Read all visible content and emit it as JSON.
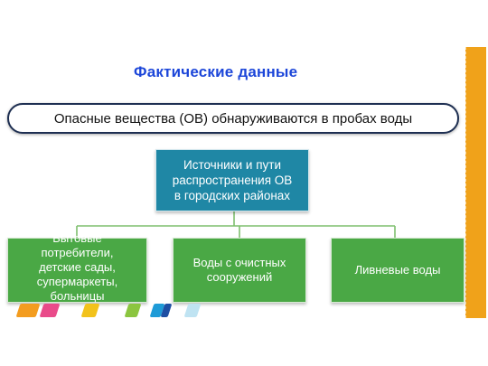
{
  "title": "Фактические данные",
  "statement": "Опасные вещества (ОВ) обнаруживаются в пробах воды",
  "org_chart": {
    "root": "Источники и пути\nраспространения ОВ\nв городских районах",
    "children": [
      "Бытовые\nпотребители,\nдетские сады,\nсупермаркеты,\nбольницы",
      "Воды с очистных\nсооружений",
      "Ливневые воды"
    ]
  },
  "colors": {
    "title": "#1c46d9",
    "root_box": "#1f87a5",
    "child_box": "#4aa845",
    "side_bar": "#f0a21a",
    "stripes": [
      "#f39c1f",
      "#e94b8a",
      "#f2c21b",
      "#8bc53f",
      "#1e9bd7",
      "#1e4fa3",
      "#bfe3f2"
    ]
  }
}
